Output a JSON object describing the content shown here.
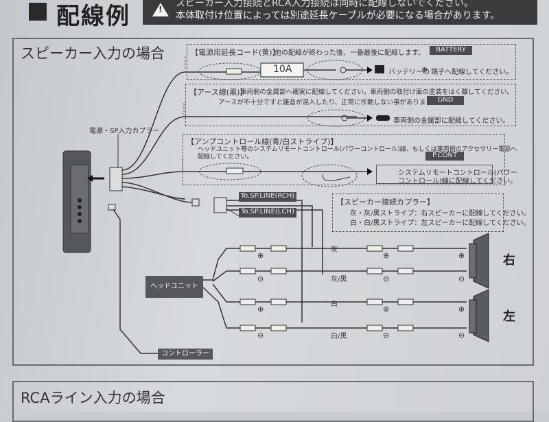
{
  "header": {
    "title": "配線例",
    "warning_line1": "スピーカー入力接続とRCA入力接続は同時に配線しないでください。",
    "warning_line2": "本体取付け位置によっては別途延長ケーブルが必要になる場合があります。"
  },
  "section1": {
    "title": "スピーカー入力の場合",
    "coupler_label": "電源・SP入力カプラー",
    "power": {
      "heading": "【電源用延長コード(黄)】",
      "note": "他の配線が終わった後、一番最後に配線します。",
      "tag": "BATTERY",
      "fuse": "10A",
      "dest": "バッテリーの",
      "dest_symbol": "⊕",
      "dest_suffix": "端子へ配線してください。"
    },
    "ground": {
      "heading": "【アース線(黒)】",
      "line1": "車両側の金属部へ確実に配線してください。車両側の取付け面の塗装をはく離してください。",
      "line2": "アースが不十分ですと雑音が混入したり、正常に作動しない事があります。",
      "tag": "GND",
      "dest": "車両側の金属部に配線してください。"
    },
    "amp": {
      "heading": "【アンプコントロール線(青/白ストライプ)】",
      "line1": "ヘッドユニット等のシステムリモートコントロール(パワーコントロール)線、もしくは車両側のアクセサリー電源へ",
      "line2": "配線してください。",
      "tag": "P.CONT",
      "dest1": "システムリモートコントロール(パワー",
      "dest2": "コントロール)線に配線してください。"
    },
    "rch_label": "To.SP.LINE(RCH)",
    "lch_label": "To.SP.LINE(LCH)",
    "sp_coupler": {
      "heading": "【スピーカー接続カプラー】",
      "line1": "灰・灰/黒ストライプ：右スピーカーに配線してください。",
      "line2": "白・白/黒ストライプ：左スピーカーに配線してください。"
    },
    "wire_labels": [
      "灰",
      "灰/黒",
      "白",
      "白/黒"
    ],
    "plus": "⊕",
    "minus": "⊖",
    "head_unit": "ヘッドユニット",
    "controller": "コントローラー",
    "right": "右",
    "left": "左"
  },
  "section2": {
    "title": "RCAライン入力の場合"
  }
}
